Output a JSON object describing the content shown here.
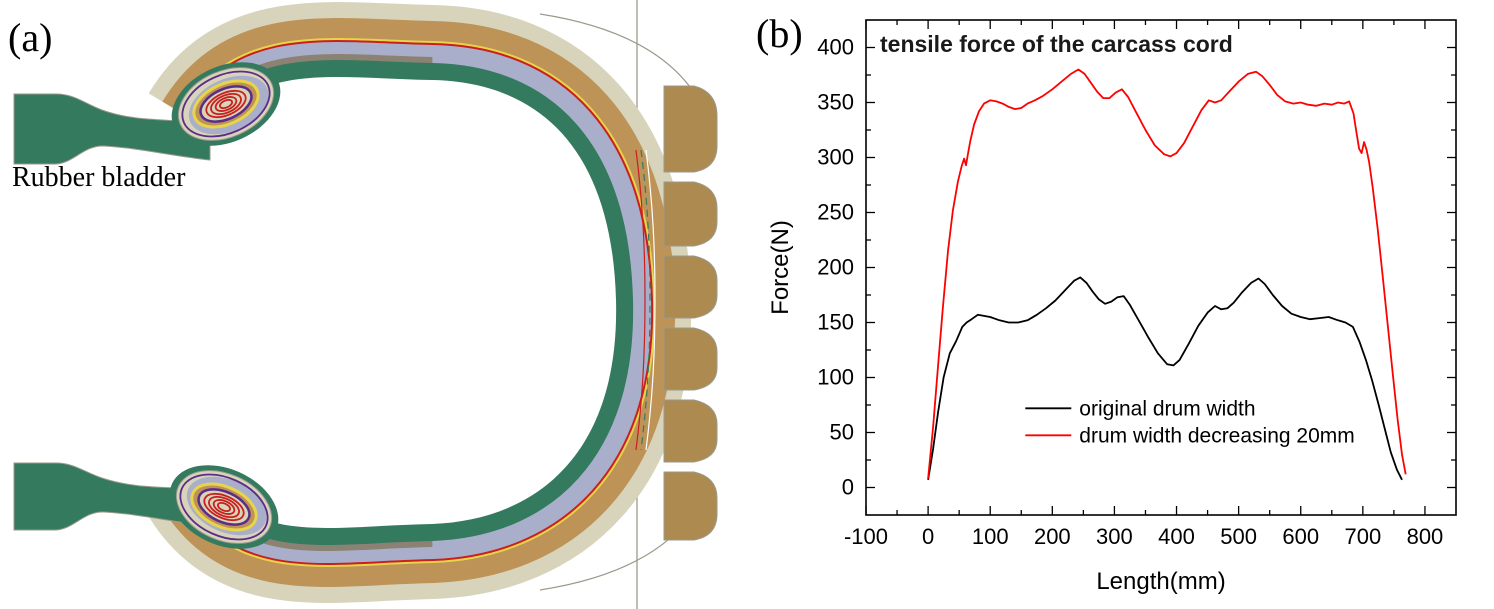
{
  "figure": {
    "panel_a": {
      "label": "(a)",
      "annotation": "Rubber bladder"
    },
    "panel_b": {
      "label": "(b)"
    }
  },
  "colors": {
    "tire": {
      "green": "#347a5e",
      "tan": "#bd9357",
      "beige": "#d8d4bc",
      "blue_gray": "#a9afcb",
      "yellow": "#e8d44a",
      "red_line": "#c9201d",
      "purple": "#5c2d87",
      "taupe": "#8b8273",
      "tread_brown": "#ad8a50",
      "outline_gray": "#9a9a8c"
    },
    "chart": {
      "axis": "#000000"
    }
  },
  "chart_data": {
    "type": "line",
    "title": "tensile force of the carcass cord",
    "xlabel": "Length(mm)",
    "ylabel": "Force(N)",
    "xlim": [
      -100,
      850
    ],
    "ylim": [
      -25,
      425
    ],
    "xticks": [
      -100,
      0,
      100,
      200,
      300,
      400,
      500,
      600,
      700,
      800
    ],
    "yticks": [
      0,
      50,
      100,
      150,
      200,
      250,
      300,
      350,
      400
    ],
    "grid": false,
    "legend_position": "inside-bottom-center",
    "series": [
      {
        "name": "original drum width",
        "color": "#000000",
        "points": [
          [
            0,
            7
          ],
          [
            8,
            35
          ],
          [
            16,
            68
          ],
          [
            25,
            100
          ],
          [
            35,
            122
          ],
          [
            45,
            133
          ],
          [
            55,
            146
          ],
          [
            62,
            150
          ],
          [
            70,
            153
          ],
          [
            80,
            157
          ],
          [
            90,
            156
          ],
          [
            100,
            155
          ],
          [
            115,
            152
          ],
          [
            130,
            150
          ],
          [
            145,
            150
          ],
          [
            160,
            152
          ],
          [
            175,
            157
          ],
          [
            190,
            163
          ],
          [
            205,
            170
          ],
          [
            220,
            179
          ],
          [
            235,
            188
          ],
          [
            245,
            191
          ],
          [
            255,
            186
          ],
          [
            265,
            178
          ],
          [
            275,
            171
          ],
          [
            285,
            167
          ],
          [
            295,
            169
          ],
          [
            305,
            173
          ],
          [
            315,
            174
          ],
          [
            325,
            166
          ],
          [
            340,
            151
          ],
          [
            355,
            136
          ],
          [
            370,
            122
          ],
          [
            385,
            112
          ],
          [
            395,
            111
          ],
          [
            405,
            116
          ],
          [
            420,
            131
          ],
          [
            435,
            147
          ],
          [
            450,
            159
          ],
          [
            462,
            165
          ],
          [
            472,
            162
          ],
          [
            482,
            163
          ],
          [
            492,
            168
          ],
          [
            505,
            177
          ],
          [
            520,
            186
          ],
          [
            532,
            190
          ],
          [
            542,
            185
          ],
          [
            555,
            175
          ],
          [
            570,
            165
          ],
          [
            585,
            158
          ],
          [
            600,
            155
          ],
          [
            615,
            153
          ],
          [
            630,
            154
          ],
          [
            645,
            155
          ],
          [
            660,
            152
          ],
          [
            672,
            150
          ],
          [
            684,
            146
          ],
          [
            695,
            132
          ],
          [
            705,
            116
          ],
          [
            715,
            97
          ],
          [
            725,
            76
          ],
          [
            735,
            54
          ],
          [
            745,
            32
          ],
          [
            755,
            16
          ],
          [
            763,
            7
          ]
        ]
      },
      {
        "name": "drum width decreasing 20mm",
        "color": "#ff0000",
        "points": [
          [
            0,
            8
          ],
          [
            8,
            55
          ],
          [
            16,
            110
          ],
          [
            24,
            165
          ],
          [
            32,
            215
          ],
          [
            40,
            252
          ],
          [
            48,
            278
          ],
          [
            54,
            292
          ],
          [
            58,
            299
          ],
          [
            61,
            293
          ],
          [
            64,
            303
          ],
          [
            68,
            315
          ],
          [
            74,
            330
          ],
          [
            82,
            342
          ],
          [
            90,
            349
          ],
          [
            100,
            352
          ],
          [
            110,
            351
          ],
          [
            120,
            349
          ],
          [
            130,
            346
          ],
          [
            140,
            344
          ],
          [
            150,
            345
          ],
          [
            160,
            349
          ],
          [
            172,
            352
          ],
          [
            185,
            356
          ],
          [
            200,
            362
          ],
          [
            215,
            369
          ],
          [
            230,
            376
          ],
          [
            242,
            380
          ],
          [
            252,
            376
          ],
          [
            262,
            368
          ],
          [
            272,
            360
          ],
          [
            282,
            354
          ],
          [
            292,
            354
          ],
          [
            302,
            359
          ],
          [
            312,
            362
          ],
          [
            322,
            355
          ],
          [
            335,
            341
          ],
          [
            350,
            325
          ],
          [
            365,
            311
          ],
          [
            380,
            303
          ],
          [
            390,
            301
          ],
          [
            400,
            304
          ],
          [
            412,
            313
          ],
          [
            425,
            327
          ],
          [
            440,
            343
          ],
          [
            452,
            352
          ],
          [
            462,
            350
          ],
          [
            472,
            352
          ],
          [
            485,
            360
          ],
          [
            500,
            369
          ],
          [
            515,
            376
          ],
          [
            528,
            378
          ],
          [
            538,
            374
          ],
          [
            550,
            366
          ],
          [
            562,
            357
          ],
          [
            575,
            351
          ],
          [
            588,
            349
          ],
          [
            600,
            350
          ],
          [
            612,
            348
          ],
          [
            625,
            347
          ],
          [
            638,
            349
          ],
          [
            650,
            348
          ],
          [
            660,
            350
          ],
          [
            670,
            349
          ],
          [
            678,
            351
          ],
          [
            685,
            340
          ],
          [
            690,
            322
          ],
          [
            694,
            308
          ],
          [
            698,
            304
          ],
          [
            702,
            314
          ],
          [
            706,
            307
          ],
          [
            710,
            296
          ],
          [
            716,
            272
          ],
          [
            724,
            235
          ],
          [
            732,
            192
          ],
          [
            740,
            148
          ],
          [
            748,
            104
          ],
          [
            756,
            62
          ],
          [
            763,
            30
          ],
          [
            769,
            12
          ]
        ]
      }
    ]
  }
}
